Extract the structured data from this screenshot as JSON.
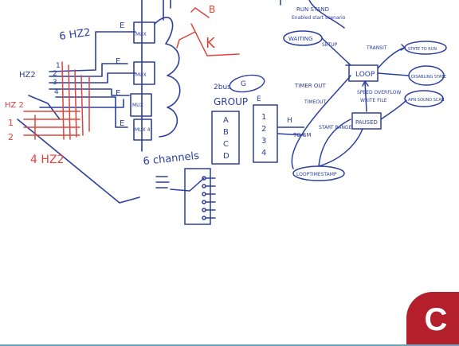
{
  "colors": {
    "ink_blue": "#2b3f9e",
    "ink_red": "#e0433c",
    "badge": "#b3202b",
    "rule": "#6aa7c4"
  },
  "left": {
    "title": "6 HZ2",
    "inputs_label": "HZ2",
    "numbers": [
      "1",
      "2",
      "3",
      "4"
    ],
    "red_label_top": "HZ 2",
    "red_numbers": [
      "1",
      "2"
    ],
    "red_bottom": "4 HZ2"
  },
  "mux": {
    "labels": [
      "E",
      "E",
      "E",
      "E"
    ],
    "box_texts": [
      "MUX",
      "MUX",
      "MUX",
      "MUX 4"
    ]
  },
  "channels": {
    "label": "6 channels"
  },
  "group": {
    "top_label": "2bus",
    "circle_text": "G",
    "group_label": "GROUP",
    "items": [
      "A",
      "B",
      "C",
      "D"
    ],
    "e_label": "E",
    "e_items": [
      "1",
      "2",
      "3",
      "4"
    ],
    "h_label": "H",
    "tag": "TO SM"
  },
  "state": {
    "note_top": "RUN STAND",
    "note_top_2": "Enabled start scenario",
    "waiting": "WAITING",
    "loop": "LOOP",
    "transit": "TRANSIT",
    "setup": "SETUP",
    "timer_out": "TIMER OUT",
    "timeout": "TIMEOUT",
    "paused": "PAUSED",
    "start_range": "START RANGE",
    "speed_overflow": "SPEED OVERFLOW",
    "write": "WRITE FILE",
    "right_bubble_1": "STATE TO RUN",
    "right_bubble_2": "DISABLING STATE",
    "right_bubble_3": "APN SOUND SCAN",
    "bottom": "LOOPTIMESTAMP"
  },
  "badge": {
    "letter": "C"
  }
}
